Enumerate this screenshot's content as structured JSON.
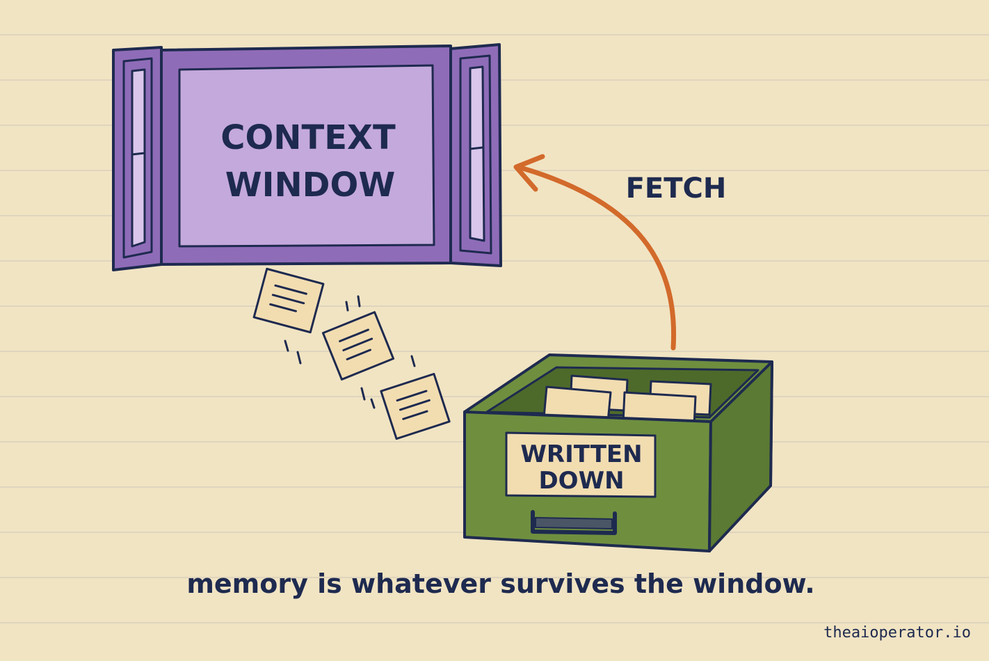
{
  "diagram": {
    "window_label_line1": "CONTEXT",
    "window_label_line2": "WINDOW",
    "arrow_label": "FETCH",
    "drawer_label_line1": "WRITTEN",
    "drawer_label_line2": "DOWN",
    "caption": "memory is whatever survives the window.",
    "credit": "theaioperator.io"
  },
  "colors": {
    "paper": "#f1e4c3",
    "ruled_line": "#d9d0bd",
    "ink": "#1e2a4f",
    "window_frame": "#8f6cb8",
    "window_pane": "#c4a9dc",
    "arrow": "#d26a2b",
    "drawer": "#6f8f3f",
    "card": "#f2ddb1"
  },
  "icons": {
    "window": "open-window-icon",
    "drawer": "file-drawer-icon",
    "papers": "flying-paper-icon",
    "arrow": "curved-arrow-icon"
  }
}
